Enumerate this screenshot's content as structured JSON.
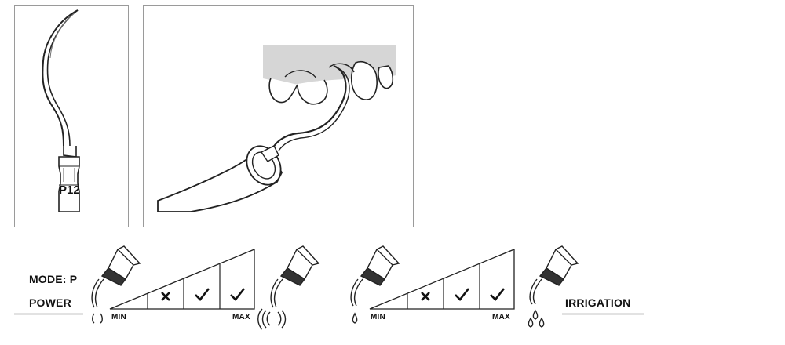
{
  "tip": {
    "name": "P12"
  },
  "mode": {
    "label": "MODE: P"
  },
  "power": {
    "label": "POWER",
    "min_label": "MIN",
    "max_label": "MAX",
    "levels": [
      "cross",
      "check",
      "check"
    ]
  },
  "irrigation": {
    "label": "IRRIGATION",
    "min_label": "MIN",
    "max_label": "MAX",
    "levels": [
      "cross",
      "check",
      "check"
    ]
  },
  "icons": [
    "scaler-tip-icon",
    "handpiece-on-teeth-icon",
    "scaler-vibration-low-icon",
    "scaler-vibration-high-icon",
    "water-drop-low-icon",
    "water-drops-high-icon",
    "cross-icon",
    "check-icon"
  ]
}
